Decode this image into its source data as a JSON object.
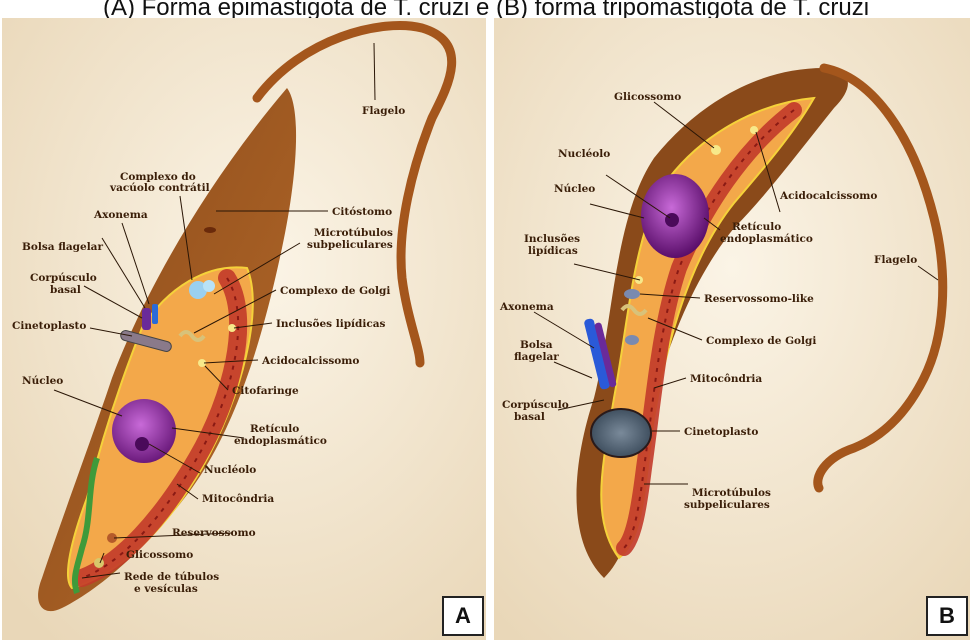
{
  "caption": "(A) Forma epimastigota de T. cruzi e (B) forma tripomastigota de T. cruzi",
  "panel_a": {
    "letter": "A",
    "labels": {
      "flagelo": "Flagelo",
      "complexo_vacuolo_1": "Complexo do",
      "complexo_vacuolo_2": "vacúolo contrátil",
      "citostomo": "Citóstomo",
      "axonema": "Axonema",
      "bolsa_flagelar": "Bolsa flagelar",
      "microtubulos_1": "Microtúbulos",
      "microtubulos_2": "subpeliculares",
      "corpusculo_1": "Corpúsculo",
      "corpusculo_2": "basal",
      "golgi": "Complexo de Golgi",
      "cinetoplasto": "Cinetoplasto",
      "inclusoes": "Inclusões lipídicas",
      "acidocalcissomo": "Acidocalcissomo",
      "nucleo": "Núcleo",
      "citofaringe": "Citofaringe",
      "reticulo_1": "Retículo",
      "reticulo_2": "endoplasmático",
      "nucleolo": "Nucléolo",
      "mitocondria": "Mitocôndria",
      "reservossomo": "Reservossomo",
      "glicossomo": "Glicossomo",
      "rede_1": "Rede de túbulos",
      "rede_2": "e vesículas"
    }
  },
  "panel_b": {
    "letter": "B",
    "labels": {
      "glicossomo": "Glicossomo",
      "nucleolo": "Nucléolo",
      "acidocalcissomo": "Acidocalcissomo",
      "nucleo": "Núcleo",
      "reticulo_1": "Retículo",
      "reticulo_2": "endoplasmático",
      "inclusoes_1": "Inclusões",
      "inclusoes_2": "lipídicas",
      "flagelo": "Flagelo",
      "reservossomo": "Reservossomo-like",
      "axonema": "Axonema",
      "golgi": "Complexo de Golgi",
      "bolsa_1": "Bolsa",
      "bolsa_2": "flagelar",
      "mitocondria": "Mitocôndria",
      "corpusculo_1": "Corpúsculo",
      "corpusculo_2": "basal",
      "cinetoplasto": "Cinetoplasto",
      "microtubulos_1": "Microtúbulos",
      "microtubulos_2": "subpeliculares"
    }
  }
}
